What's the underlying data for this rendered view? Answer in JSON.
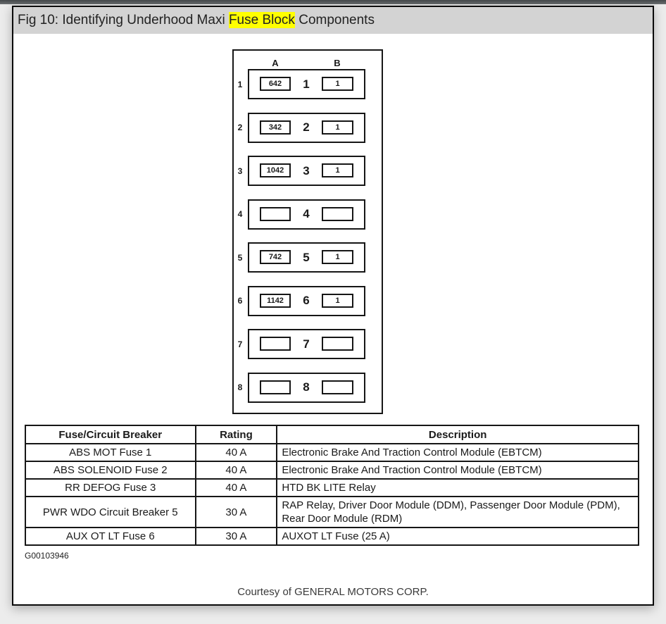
{
  "colors": {
    "page-bg": "#ececec",
    "top-bar": "#53575a",
    "titlebar-bg": "#d3d3d3",
    "highlight": "#ffff00",
    "ink": "#1a1a1a",
    "line": "#161616"
  },
  "header": {
    "title_prefix": "Fig 10: Identifying Underhood Maxi ",
    "title_highlight": "Fuse Block",
    "title_suffix": " Components"
  },
  "diagram": {
    "column_labels": {
      "a": "A",
      "b": "B"
    },
    "rows": [
      {
        "index": "1",
        "a_value": "642",
        "center": "1",
        "b_value": "1"
      },
      {
        "index": "2",
        "a_value": "342",
        "center": "2",
        "b_value": "1"
      },
      {
        "index": "3",
        "a_value": "1042",
        "center": "3",
        "b_value": "1"
      },
      {
        "index": "4",
        "a_value": "",
        "center": "4",
        "b_value": ""
      },
      {
        "index": "5",
        "a_value": "742",
        "center": "5",
        "b_value": "1"
      },
      {
        "index": "6",
        "a_value": "1142",
        "center": "6",
        "b_value": "1"
      },
      {
        "index": "7",
        "a_value": "",
        "center": "7",
        "b_value": ""
      },
      {
        "index": "8",
        "a_value": "",
        "center": "8",
        "b_value": ""
      }
    ]
  },
  "table": {
    "headers": [
      "Fuse/Circuit Breaker",
      "Rating",
      "Description"
    ],
    "rows": [
      [
        "ABS MOT Fuse 1",
        "40 A",
        "Electronic Brake And Traction Control Module (EBTCM)"
      ],
      [
        "ABS SOLENOID Fuse 2",
        "40 A",
        "Electronic Brake And Traction Control Module (EBTCM)"
      ],
      [
        "RR DEFOG Fuse 3",
        "40 A",
        "HTD BK LITE Relay"
      ],
      [
        "PWR WDO Circuit Breaker 5",
        "30 A",
        "RAP Relay, Driver Door Module (DDM), Passenger Door Module (PDM), Rear Door Module (RDM)"
      ],
      [
        "AUX OT LT Fuse 6",
        "30 A",
        "AUXOT LT Fuse (25 A)"
      ]
    ]
  },
  "footer": {
    "figure_id": "G00103946",
    "courtesy": "Courtesy of GENERAL MOTORS CORP."
  }
}
